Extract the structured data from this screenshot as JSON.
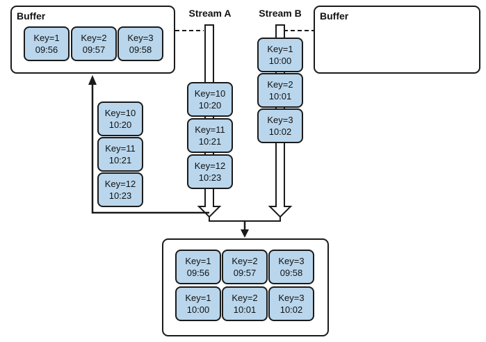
{
  "buffer_left": {
    "title": "Buffer",
    "records": [
      {
        "key": "Key=1",
        "time": "09:56"
      },
      {
        "key": "Key=2",
        "time": "09:57"
      },
      {
        "key": "Key=3",
        "time": "09:58"
      }
    ]
  },
  "buffer_right": {
    "title": "Buffer"
  },
  "stream_a": {
    "label": "Stream A",
    "records": [
      {
        "key": "Key=10",
        "time": "10:20"
      },
      {
        "key": "Key=11",
        "time": "10:21"
      },
      {
        "key": "Key=12",
        "time": "10:23"
      }
    ]
  },
  "stream_b": {
    "label": "Stream B",
    "records": [
      {
        "key": "Key=1",
        "time": "10:00"
      },
      {
        "key": "Key=2",
        "time": "10:01"
      },
      {
        "key": "Key=3",
        "time": "10:02"
      }
    ]
  },
  "feedback": {
    "records": [
      {
        "key": "Key=10",
        "time": "10:20"
      },
      {
        "key": "Key=11",
        "time": "10:21"
      },
      {
        "key": "Key=12",
        "time": "10:23"
      }
    ]
  },
  "output": {
    "top_row": [
      {
        "key": "Key=1",
        "time": "09:56"
      },
      {
        "key": "Key=2",
        "time": "09:57"
      },
      {
        "key": "Key=3",
        "time": "09:58"
      }
    ],
    "bottom_row": [
      {
        "key": "Key=1",
        "time": "10:00"
      },
      {
        "key": "Key=2",
        "time": "10:01"
      },
      {
        "key": "Key=3",
        "time": "10:02"
      }
    ]
  },
  "colors": {
    "record_fill": "#b9d6ec",
    "stroke": "#1a1a1a"
  }
}
